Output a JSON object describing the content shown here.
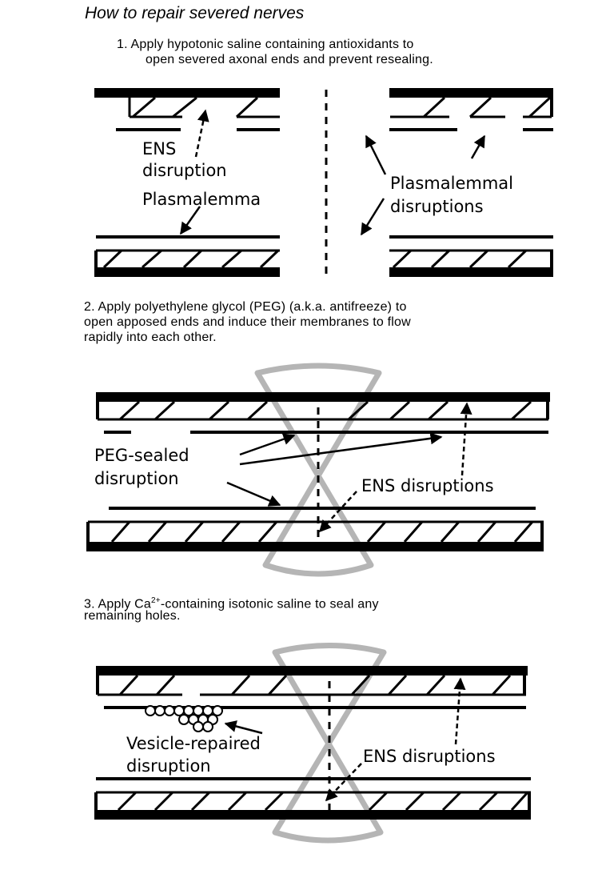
{
  "title": "How to repair severed nerves",
  "steps": [
    {
      "line1": "1.  Apply hypotonic saline containing antioxidants to",
      "line2": "open severed axonal ends and prevent resealing."
    },
    {
      "line1": "2. Apply polyethylene glycol (PEG) (a.k.a. antifreeze) to",
      "line2": "open apposed ends and induce their membranes to flow",
      "line3": "rapidly into each other."
    },
    {
      "line1_pre": "3. Apply Ca",
      "line1_sup": "2+",
      "line1_post": "-containing isotonic saline to seal any",
      "line2": "remaining holes."
    }
  ],
  "labels": {
    "panel1": {
      "ens_1": "ENS",
      "ens_2": "disruption",
      "plasmalemma": "Plasmalemma",
      "plasmalemmal_1": "Plasmalemmal",
      "plasmalemmal_2": "disruptions"
    },
    "panel2": {
      "peg_1": "PEG-sealed",
      "peg_2": "disruption",
      "ens": "ENS disruptions"
    },
    "panel3": {
      "vesicle_1": "Vesicle-repaired",
      "vesicle_2": "disruption",
      "ens": "ENS disruptions"
    }
  },
  "colors": {
    "ink": "#000000",
    "peg_gray": "#b5b5b5"
  }
}
